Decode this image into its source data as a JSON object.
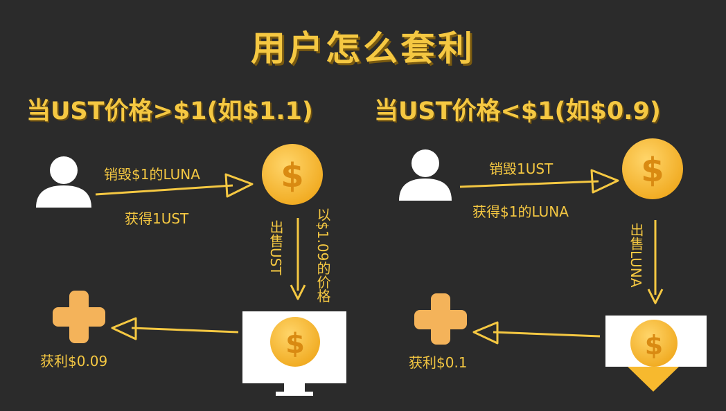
{
  "title": "用户怎么套利",
  "left": {
    "heading": "当UST价格>$1(如$1.1)",
    "burn_label": "销毁$1的LUNA",
    "get_label": "获得1UST",
    "sell_label": "出售UST",
    "price_label": "以$1.09的价格",
    "profit_label": "获利$0.09"
  },
  "right": {
    "heading": "当UST价格<$1(如$0.9)",
    "burn_label": "销毁1UST",
    "get_label": "获得$1的LUNA",
    "sell_label": "出售LUNA",
    "profit_label": "获利$0.1"
  },
  "icons": {
    "user": "user-icon",
    "coin": "dollar-coin-icon",
    "plus": "plus-icon",
    "monitor": "monitor-icon"
  },
  "colors": {
    "background": "#2b2b2b",
    "accent": "#f5c842",
    "coin": "#f7b92e",
    "plus": "#f4b35a"
  }
}
